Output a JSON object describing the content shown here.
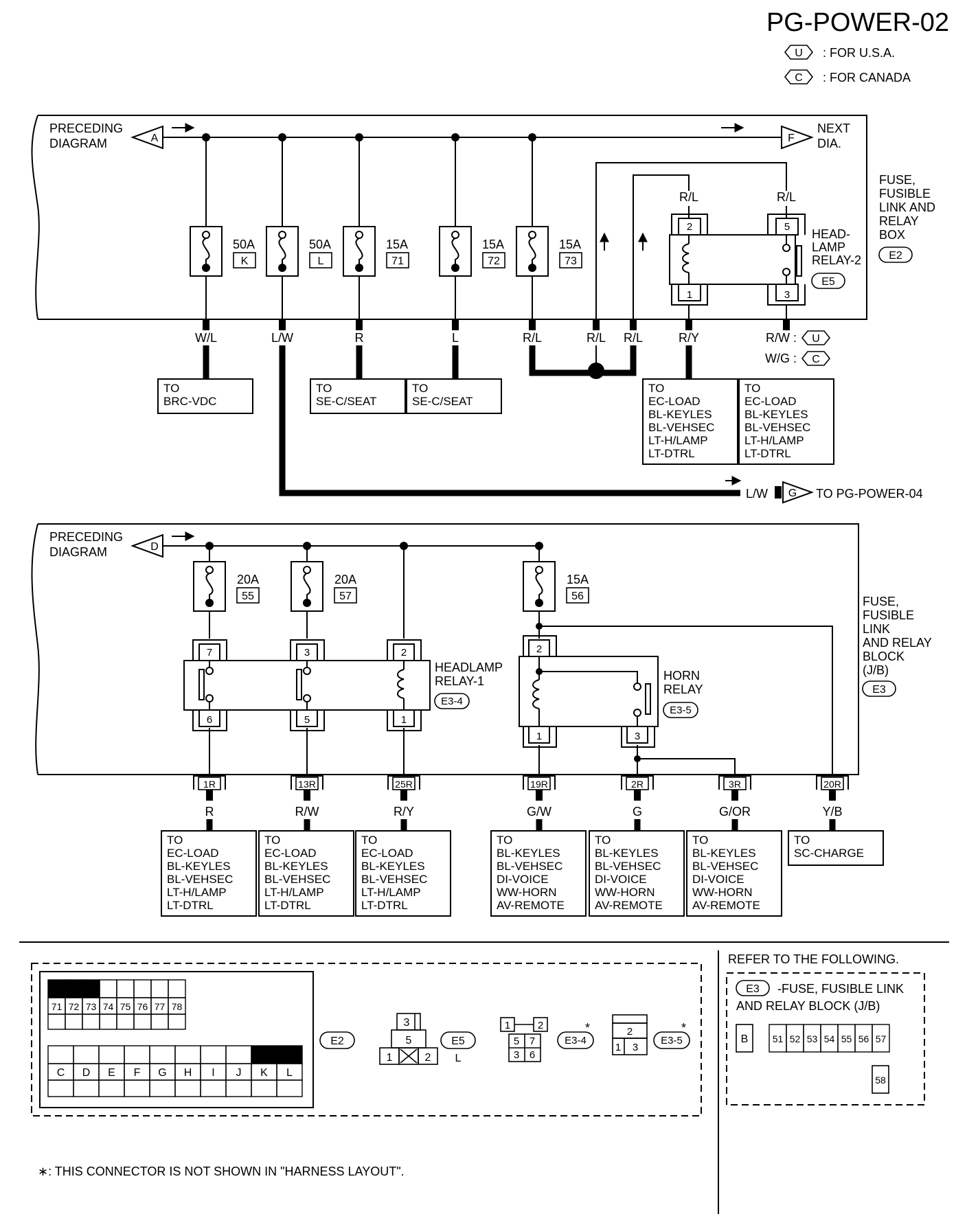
{
  "page": {
    "title": "PG-POWER-02",
    "legend": [
      {
        "symbol": "U",
        "text": ": FOR U.S.A."
      },
      {
        "symbol": "C",
        "text": ": FOR CANADA"
      }
    ]
  },
  "top": {
    "preceding": [
      "PRECEDING",
      "DIAGRAM"
    ],
    "in_connector": "A",
    "next_connector": "F",
    "next": [
      "NEXT",
      "DIA."
    ],
    "box_name": [
      "FUSE,",
      "FUSIBLE",
      "LINK AND",
      "RELAY",
      "BOX"
    ],
    "box_connector": "E2",
    "fuses": [
      {
        "amp": "50A",
        "id": "K",
        "wire": "W/L"
      },
      {
        "amp": "50A",
        "id": "L",
        "wire": "L/W"
      },
      {
        "amp": "15A",
        "id": "71",
        "wire": "R"
      },
      {
        "amp": "15A",
        "id": "72",
        "wire": "L"
      },
      {
        "amp": "15A",
        "id": "73",
        "wire": "R/L"
      }
    ],
    "extra_wires": [
      "R/L",
      "R/L",
      "R/Y"
    ],
    "relay_top_wires": [
      "R/L",
      "R/L"
    ],
    "relay": {
      "name": [
        "HEAD-",
        "LAMP",
        "RELAY-2"
      ],
      "connector": "E5",
      "pins": [
        "2",
        "5",
        "1",
        "3"
      ]
    },
    "rw_wire": "R/W :",
    "wg_wire": "W/G :",
    "to_boxes": [
      {
        "lines": [
          "TO",
          "BRC-VDC"
        ]
      },
      {
        "lines": [
          "TO",
          "SE-C/SEAT"
        ]
      },
      {
        "lines": [
          "TO",
          "SE-C/SEAT"
        ]
      },
      {
        "lines": [
          "TO",
          "EC-LOAD",
          "BL-KEYLES",
          "BL-VEHSEC",
          "LT-H/LAMP",
          "LT-DTRL"
        ]
      },
      {
        "lines": [
          "TO",
          "EC-LOAD",
          "BL-KEYLES",
          "BL-VEHSEC",
          "LT-H/LAMP",
          "LT-DTRL"
        ]
      }
    ],
    "lw_out": {
      "wire": "L/W",
      "connector": "G",
      "text": "TO PG-POWER-04"
    }
  },
  "bottom": {
    "preceding": [
      "PRECEDING",
      "DIAGRAM"
    ],
    "in_connector": "D",
    "block_name": [
      "FUSE,",
      "FUSIBLE",
      "LINK",
      "AND RELAY",
      "BLOCK",
      "(J/B)"
    ],
    "block_connector": "E3",
    "fuses": [
      {
        "amp": "20A",
        "id": "55"
      },
      {
        "amp": "20A",
        "id": "57"
      },
      {
        "amp": "15A",
        "id": "56"
      }
    ],
    "hl_relay": {
      "name": [
        "HEADLAMP",
        "RELAY-1"
      ],
      "connector": "E3-4",
      "pins": [
        "7",
        "3",
        "2",
        "6",
        "5",
        "1"
      ]
    },
    "horn_relay": {
      "name": [
        "HORN",
        "RELAY"
      ],
      "connector": "E3-5",
      "pins": [
        "2",
        "1",
        "3"
      ]
    },
    "terminals": [
      "1R",
      "13R",
      "25R",
      "19R",
      "2R",
      "3R",
      "20R"
    ],
    "wires": [
      "R",
      "R/W",
      "R/Y",
      "G/W",
      "G",
      "G/OR",
      "Y/B"
    ],
    "to_boxes": [
      {
        "lines": [
          "TO",
          "EC-LOAD",
          "BL-KEYLES",
          "BL-VEHSEC",
          "LT-H/LAMP",
          "LT-DTRL"
        ]
      },
      {
        "lines": [
          "TO",
          "EC-LOAD",
          "BL-KEYLES",
          "BL-VEHSEC",
          "LT-H/LAMP",
          "LT-DTRL"
        ]
      },
      {
        "lines": [
          "TO",
          "EC-LOAD",
          "BL-KEYLES",
          "BL-VEHSEC",
          "LT-H/LAMP",
          "LT-DTRL"
        ]
      },
      {
        "lines": [
          "TO",
          "BL-KEYLES",
          "BL-VEHSEC",
          "DI-VOICE",
          "WW-HORN",
          "AV-REMOTE"
        ]
      },
      {
        "lines": [
          "TO",
          "BL-KEYLES",
          "BL-VEHSEC",
          "DI-VOICE",
          "WW-HORN",
          "AV-REMOTE"
        ]
      },
      {
        "lines": [
          "TO",
          "BL-KEYLES",
          "BL-VEHSEC",
          "DI-VOICE",
          "WW-HORN",
          "AV-REMOTE"
        ]
      },
      {
        "lines": [
          "TO",
          "SC-CHARGE"
        ]
      }
    ]
  },
  "connectors": {
    "e2_top_cells": [
      "71",
      "72",
      "73",
      "74",
      "75",
      "76",
      "77",
      "78"
    ],
    "e2_bottom_cells": [
      "C",
      "D",
      "E",
      "F",
      "G",
      "H",
      "I",
      "J",
      "K",
      "L"
    ],
    "e2_label": "E2",
    "e5_cells": [
      "3",
      "5",
      "1",
      "2"
    ],
    "e5_label": "E5",
    "e5_color": "L",
    "e34_cells": [
      "1",
      "2",
      "5",
      "7",
      "3",
      "6"
    ],
    "e34_label": "E3-4",
    "e35_cells": [
      "2",
      "1",
      "3"
    ],
    "e35_label": "E3-5",
    "asterisk": "*"
  },
  "refer": {
    "heading": "REFER TO THE FOLLOWING.",
    "connector": "E3",
    "text1": "-FUSE, FUSIBLE LINK",
    "text2": "AND RELAY BLOCK (J/B)",
    "b_cell": "B",
    "cells": [
      "51",
      "52",
      "53",
      "54",
      "55",
      "56",
      "57"
    ],
    "extra_cell": "58"
  },
  "footnote": "∗: THIS CONNECTOR IS NOT SHOWN IN \"HARNESS LAYOUT\"."
}
